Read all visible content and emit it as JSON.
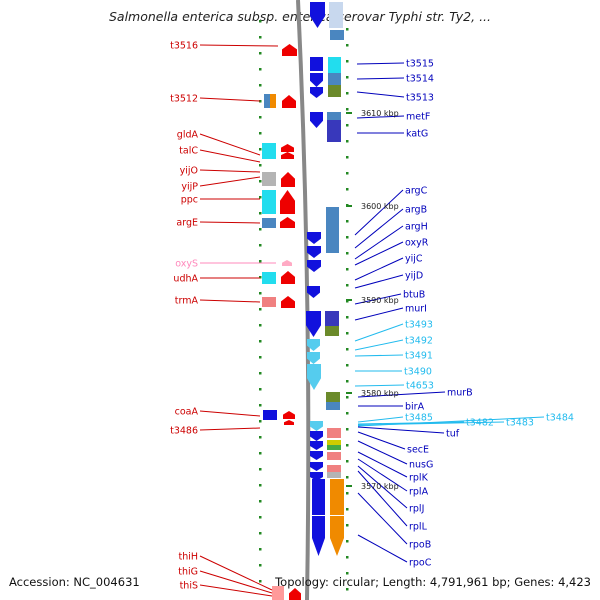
{
  "title": "Salmonella enterica subsp. enterica serovar Typhi str. Ty2, ...",
  "footer": {
    "accession": "Accession: NC_004631",
    "summary": "Topology: circular; Length: 4,791,961 bp; Genes: 4,423"
  },
  "colors": {
    "left_label": "#cc0000",
    "right_label": "#0000bb",
    "light_label": "#22bbee",
    "faint_label": "#ff88bb",
    "tick": "#228822",
    "backbone": "#888888"
  },
  "ticks": [
    "3610 kbp",
    "3600 kbp",
    "3590 kbp",
    "3580 kbp",
    "3570 kbp"
  ],
  "left_genes": [
    {
      "label": "t3516",
      "color": "left"
    },
    {
      "label": "t3512",
      "color": "left"
    },
    {
      "label": "gldA",
      "color": "left"
    },
    {
      "label": "talC",
      "color": "left"
    },
    {
      "label": "yijO",
      "color": "left"
    },
    {
      "label": "yijP",
      "color": "left"
    },
    {
      "label": "ppc",
      "color": "left"
    },
    {
      "label": "argE",
      "color": "left"
    },
    {
      "label": "oxyS",
      "color": "faint"
    },
    {
      "label": "udhA",
      "color": "left"
    },
    {
      "label": "trmA",
      "color": "left"
    },
    {
      "label": "coaA",
      "color": "left"
    },
    {
      "label": "t3486",
      "color": "left"
    },
    {
      "label": "thiH",
      "color": "left"
    },
    {
      "label": "thiG",
      "color": "left"
    },
    {
      "label": "thiS",
      "color": "left"
    }
  ],
  "right_genes": [
    {
      "label": "t3515",
      "color": "right"
    },
    {
      "label": "t3514",
      "color": "right"
    },
    {
      "label": "t3513",
      "color": "right"
    },
    {
      "label": "metF",
      "color": "right"
    },
    {
      "label": "katG",
      "color": "right"
    },
    {
      "label": "argC",
      "color": "right"
    },
    {
      "label": "argB",
      "color": "right"
    },
    {
      "label": "argH",
      "color": "right"
    },
    {
      "label": "oxyR",
      "color": "right"
    },
    {
      "label": "yijC",
      "color": "right"
    },
    {
      "label": "yijD",
      "color": "right"
    },
    {
      "label": "btuB",
      "color": "right"
    },
    {
      "label": "murI",
      "color": "right"
    },
    {
      "label": "t3493",
      "color": "light"
    },
    {
      "label": "t3492",
      "color": "light"
    },
    {
      "label": "t3491",
      "color": "light"
    },
    {
      "label": "t3490",
      "color": "light"
    },
    {
      "label": "t4653",
      "color": "light"
    },
    {
      "label": "murB",
      "color": "right"
    },
    {
      "label": "birA",
      "color": "right"
    },
    {
      "label": "t3485",
      "color": "light"
    },
    {
      "label": "t3482",
      "color": "light"
    },
    {
      "label": "t3483",
      "color": "light"
    },
    {
      "label": "t3484",
      "color": "light"
    },
    {
      "label": "tuf",
      "color": "right"
    },
    {
      "label": "secE",
      "color": "right"
    },
    {
      "label": "nusG",
      "color": "right"
    },
    {
      "label": "rplK",
      "color": "right"
    },
    {
      "label": "rplA",
      "color": "right"
    },
    {
      "label": "rplJ",
      "color": "right"
    },
    {
      "label": "rplL",
      "color": "right"
    },
    {
      "label": "rpoB",
      "color": "right"
    },
    {
      "label": "rpoC",
      "color": "right"
    }
  ]
}
